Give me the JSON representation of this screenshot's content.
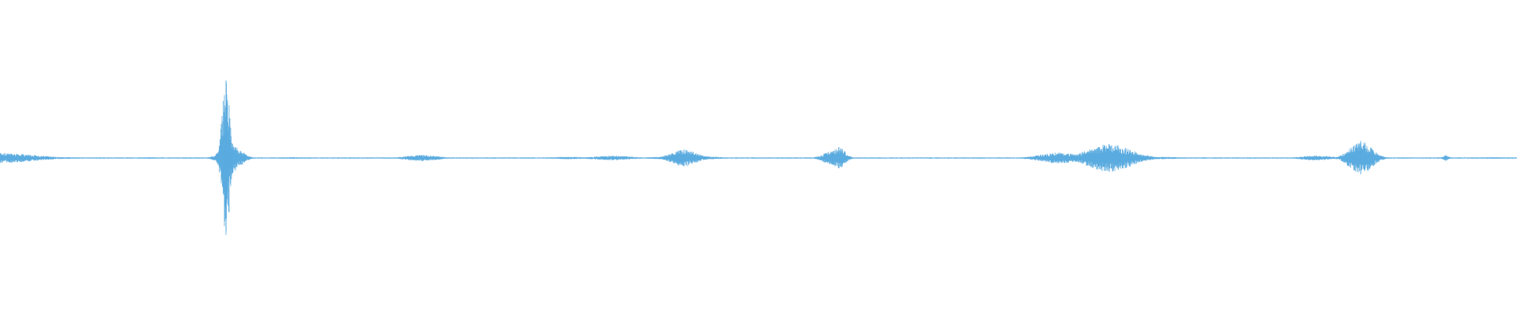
{
  "colors": {
    "background": "#ffffff",
    "waveform": "#5aabdf"
  },
  "chart_data": {
    "type": "waveform",
    "x_range": [
      0,
      1
    ],
    "amplitude_range": [
      -1,
      1
    ],
    "grid": false,
    "legend": "none",
    "baseline_noise": 0.006,
    "events": [
      {
        "position": 0.0,
        "peak": 0.065,
        "width": 0.022
      },
      {
        "position": 0.045,
        "peak": 0.01,
        "width": 0.01
      },
      {
        "position": 0.098,
        "peak": 0.01,
        "width": 0.008
      },
      {
        "position": 0.149,
        "peak": 1.0,
        "width": 0.0025
      },
      {
        "position": 0.152,
        "peak": 0.2,
        "width": 0.006
      },
      {
        "position": 0.193,
        "peak": 0.01,
        "width": 0.01
      },
      {
        "position": 0.278,
        "peak": 0.04,
        "width": 0.01
      },
      {
        "position": 0.375,
        "peak": 0.015,
        "width": 0.012
      },
      {
        "position": 0.404,
        "peak": 0.03,
        "width": 0.012
      },
      {
        "position": 0.435,
        "peak": 0.015,
        "width": 0.008
      },
      {
        "position": 0.451,
        "peak": 0.11,
        "width": 0.008
      },
      {
        "position": 0.465,
        "peak": 0.02,
        "width": 0.01
      },
      {
        "position": 0.549,
        "peak": 0.09,
        "width": 0.006
      },
      {
        "position": 0.553,
        "peak": 0.14,
        "width": 0.004
      },
      {
        "position": 0.698,
        "peak": 0.07,
        "width": 0.012
      },
      {
        "position": 0.731,
        "peak": 0.18,
        "width": 0.014
      },
      {
        "position": 0.766,
        "peak": 0.015,
        "width": 0.012
      },
      {
        "position": 0.868,
        "peak": 0.03,
        "width": 0.01
      },
      {
        "position": 0.897,
        "peak": 0.22,
        "width": 0.007
      },
      {
        "position": 0.953,
        "peak": 0.035,
        "width": 0.002
      },
      {
        "position": 0.985,
        "peak": 0.01,
        "width": 0.015
      }
    ]
  }
}
